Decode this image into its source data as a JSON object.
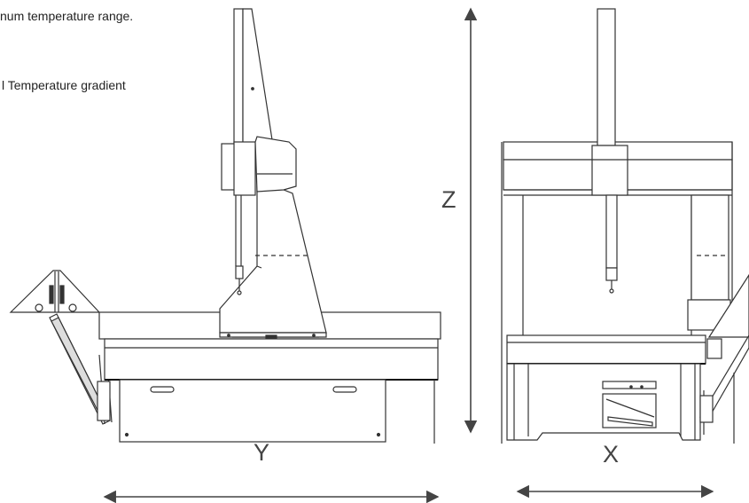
{
  "notes": {
    "range_text": "num temperature range.",
    "gradient_text": "l  Temperature gradient"
  },
  "axes": {
    "z_label": "Z",
    "y_label": "Y",
    "x_label": "X"
  },
  "colors": {
    "line": "#333333",
    "fill": "#ffffff",
    "dark_fill": "#222222",
    "arrow": "#444444"
  }
}
